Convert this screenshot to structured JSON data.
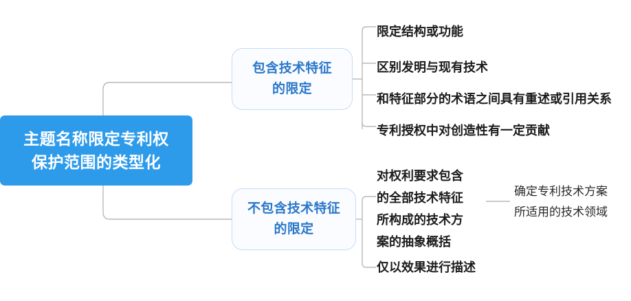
{
  "diagram": {
    "type": "mind-map",
    "orientation": "left-to-right",
    "root": {
      "line1": "主题名称限定专利权",
      "line2": "保护范围的类型化",
      "fill_color": "#2e9bea",
      "text_color": "#ffffff"
    },
    "branches": [
      {
        "id": "branch-included",
        "line1": "包含技术特征",
        "line2": "的限定",
        "border_color": "#c3dcf5",
        "text_color": "#2a77c9",
        "leaves": [
          {
            "id": "leaf-structure-function",
            "text": "限定结构或功能"
          },
          {
            "id": "leaf-distinguish-prior-art",
            "text": "区别发明与现有技术"
          },
          {
            "id": "leaf-terminology-relation",
            "text": "和特征部分的术语之间具有重述或引用关系"
          },
          {
            "id": "leaf-inventiveness-contribution",
            "text": "专利授权中对创造性有一定贡献"
          }
        ]
      },
      {
        "id": "branch-not-included",
        "line1": "不包含技术特征",
        "line2": "的限定",
        "border_color": "#c3dcf5",
        "text_color": "#2a77c9",
        "leaves": [
          {
            "id": "leaf-abstract-summary",
            "text": "对权利要求包含的全部技术特征所构成的技术方案的抽象概括",
            "wrapped_lines": [
              "对权利要求包含",
              "的全部技术特征",
              "所构成的技术方",
              "案的抽象概括"
            ],
            "sub": {
              "id": "subleaf-technical-field",
              "lines": [
                "确定专利技术方案",
                "所适用的技术领域"
              ],
              "text": "确定专利技术方案所适用的技术领域"
            }
          },
          {
            "id": "leaf-effect-description",
            "text": "仅以效果进行描述"
          }
        ]
      }
    ],
    "connector_color": "#b9b9b9"
  }
}
